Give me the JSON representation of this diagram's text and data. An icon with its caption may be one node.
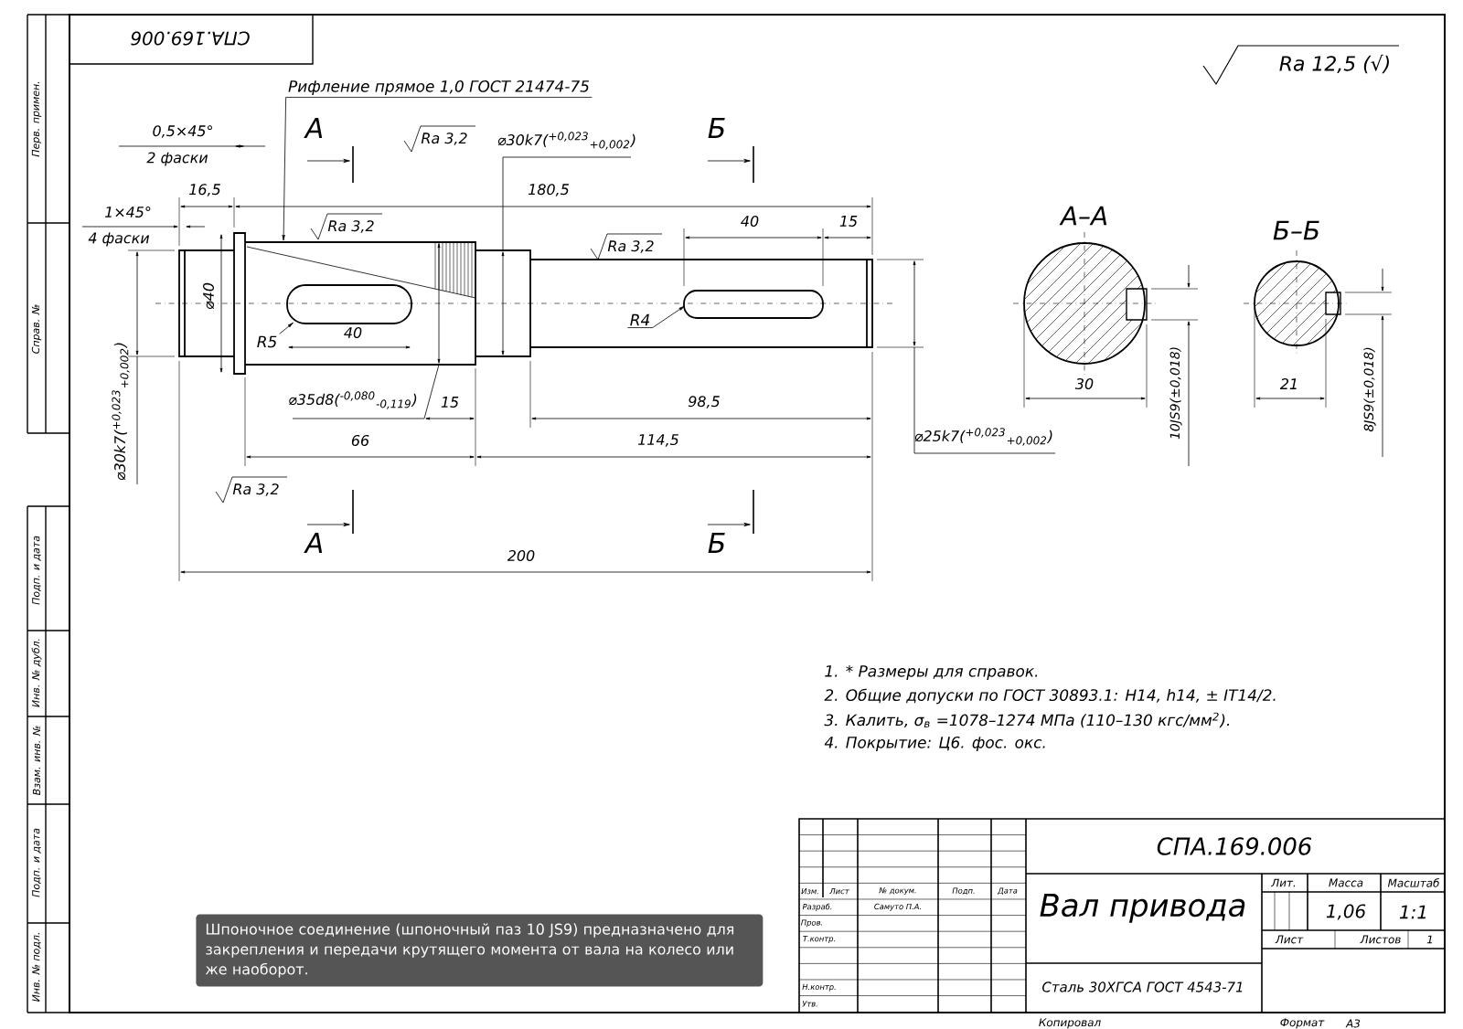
{
  "diagram": {
    "caption": "Шпоночное соединение (шпоночный паз 10 JS9) предназначено для закрепления и передачи крутящего момента от вала на колесо или же наоборот.",
    "nodes": [
      {
        "text": [
          "Рифление прямое 1,0 ГОСТ 21474-75"
        ]
      },
      {
        "text": [],
        "shape": "picture"
      },
      {
        "text": [
          "R5"
        ],
        "in": 1
      },
      {
        "text": [
          "R4"
        ],
        "in": 1
      }
    ],
    "edges": [
      {
        "from": 0,
        "to": 1,
        "arrow": "to"
      },
      {
        "from": 2,
        "to": 1,
        "arrow": "to"
      },
      {
        "from": 3,
        "to": 1,
        "arrow": "to"
      }
    ],
    "labels": [
      "СПА.169.006",
      "Перв. примен.",
      "Справ. №",
      "Подп. и дата",
      "Инв. № дубл.",
      "Взам. инв. №",
      "Подп. и дата",
      "Инв. № подл.",
      "Ra 12,5 (√)",
      "0,5×45°",
      "2 фаски",
      "А",
      "Ra 3,2",
      "⌀30k7($^{+0,023}$$_{+0,002}$)",
      "Б",
      "16,5",
      "180,5",
      "1×45°",
      "4 фаски",
      "Ra 3,2",
      "Ra 3,2",
      "40",
      "15",
      "⌀40",
      "40",
      "⌀35d8($^{-0,080}$$_{-0,119}$)",
      "15",
      "98,5",
      "66",
      "114,5",
      "⌀25k7($^{+0,023}$$_{+0,002}$)",
      "⌀30k7($^{+0,023}$$_{+0,002}$)",
      "Ra 3,2",
      "А",
      "Б",
      "200",
      "А–А",
      "Б–Б",
      "30",
      "10JS9(±0,018)",
      "21",
      "8JS9(±0,018)",
      "1. * Размеры для справок.",
      "2. Общие допуски по ГОСТ 30893.1: H14, h14, ± IT14/2.",
      "3. Калить, σ$_{в}$ =1078–1274 МПа (110–130 кгс/мм$^{2}$).",
      "4. Покрытие: Ц6. фос. окс.",
      "СПА.169.006",
      "Лит.",
      "Масса",
      "Масштаб",
      "1,06",
      "1:1",
      "Лист",
      "Листов",
      "1",
      "Изм.",
      "Лист",
      "№ докум.",
      "Подп.",
      "Дата",
      "Разраб.",
      "Самуто П.А.",
      "Пров.",
      "Т.контр.",
      "Н.контр.",
      "Утв.",
      "Вал привода",
      "Сталь 30ХГСА ГОСТ 4543-71",
      "Копировал",
      "Формат",
      "А3"
    ]
  }
}
